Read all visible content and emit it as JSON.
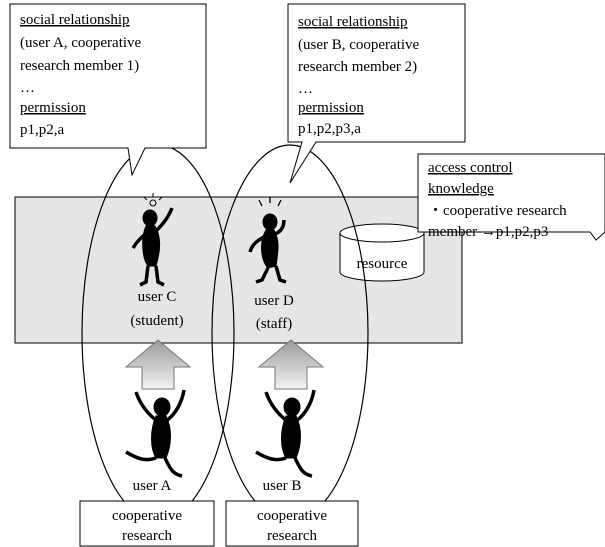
{
  "callout_left": {
    "heading": "social relationship",
    "line1": "(user A, cooperative",
    "line2": "research member 1)",
    "ellipsis": "…",
    "perm_heading": "permission",
    "perm_values": "p1,p2,a"
  },
  "callout_right": {
    "heading": "social relationship",
    "line1": "(user B, cooperative",
    "line2": "research member 2)",
    "ellipsis": "…",
    "perm_heading": "permission",
    "perm_values": "p1,p2,p3,a"
  },
  "acl_box": {
    "heading1": "access control",
    "heading2": "knowledge",
    "line1": "・cooperative research",
    "line2": "member →p1,p2,p3"
  },
  "resource": {
    "label": "resource"
  },
  "user_c": {
    "name": "user C",
    "role": "(student)"
  },
  "user_d": {
    "name": "user D",
    "role": "(staff)"
  },
  "user_a": {
    "name": "user A"
  },
  "user_b": {
    "name": "user B"
  },
  "group_left": {
    "line1": "cooperative",
    "line2": "research"
  },
  "group_right": {
    "line1": "cooperative",
    "line2": "research"
  },
  "colors": {
    "region_fill": "#e6e6e6",
    "arrow_gradient_top": "#9a9a9a",
    "arrow_gradient_bottom": "#f4f4f4",
    "figure": "#000000"
  }
}
